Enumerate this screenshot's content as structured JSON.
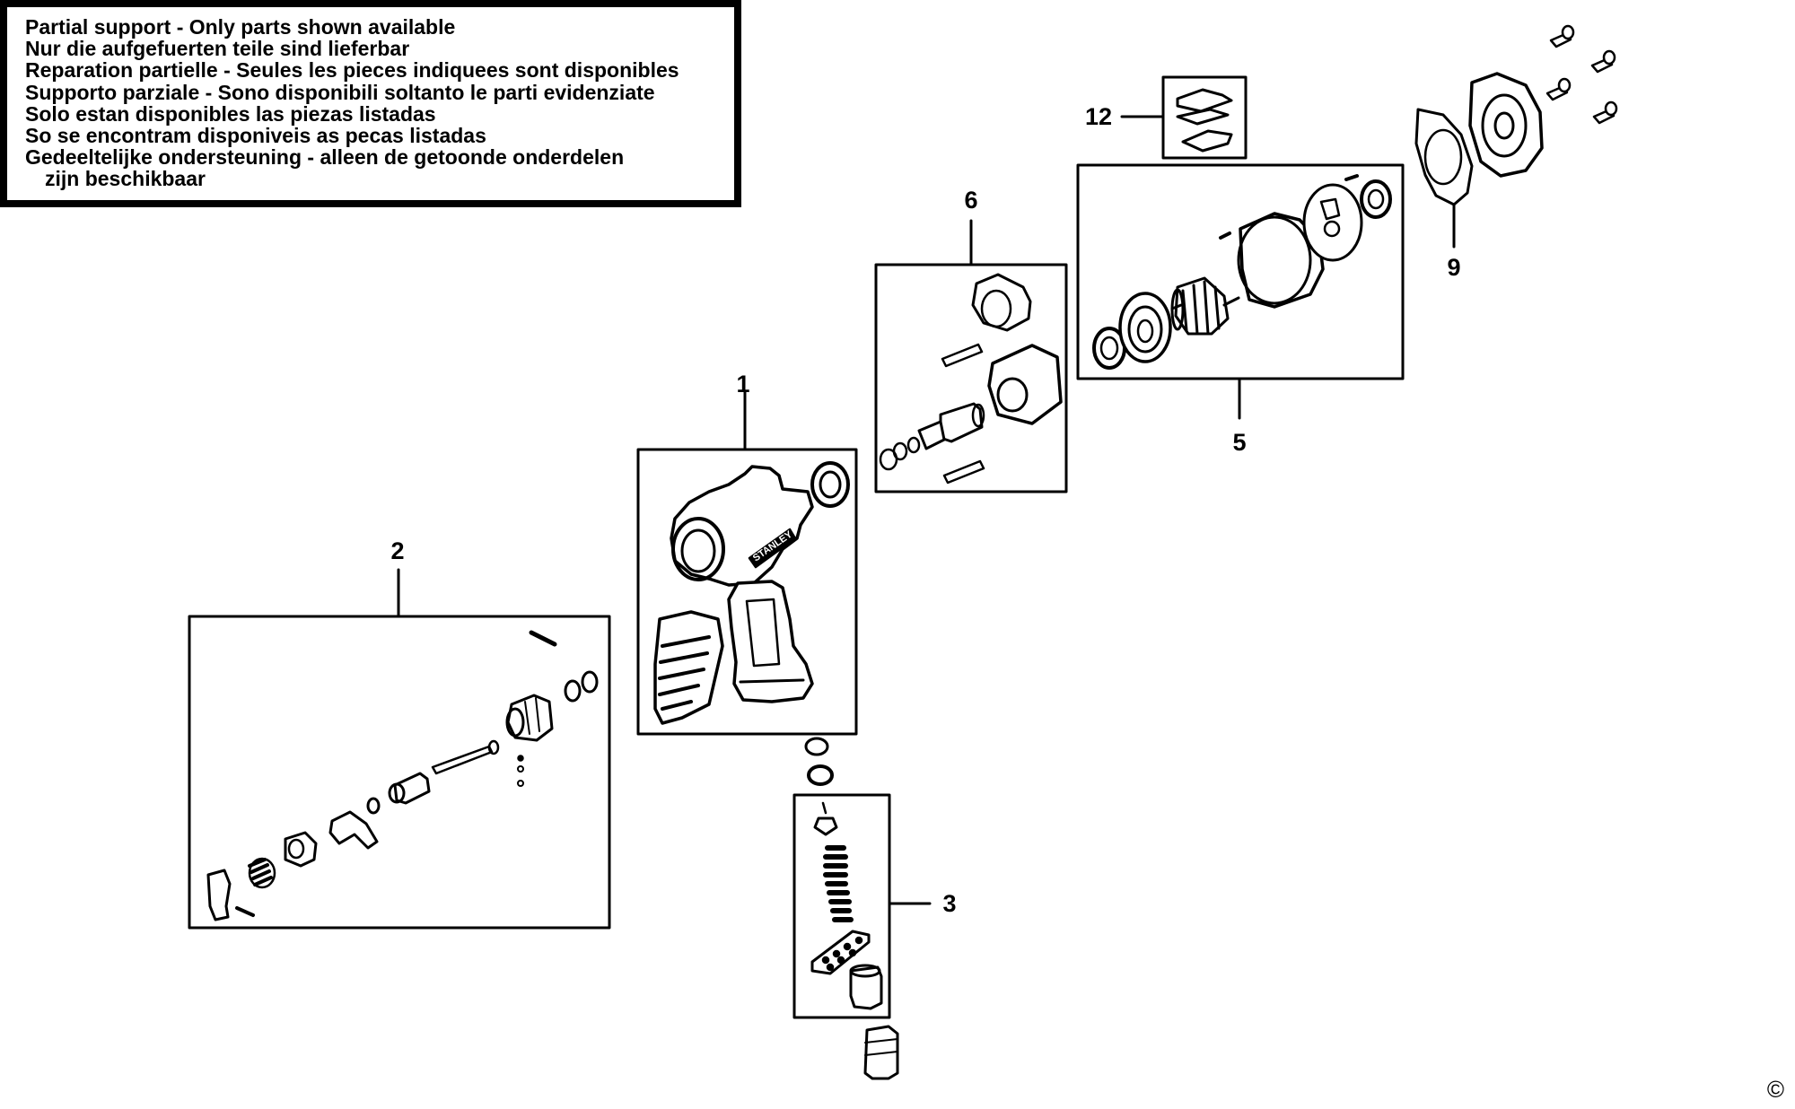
{
  "notice": {
    "lines": [
      "Partial support - Only parts shown available",
      "Nur die aufgefuerten teile sind lieferbar",
      "Reparation partielle - Seules les pieces indiquees sont disponibles",
      "Supporto parziale - Sono disponibili soltanto le parti evidenziate",
      "Solo estan disponibles las piezas listadas",
      "So se encontram disponiveis as pecas listadas",
      "Gedeeltelijke ondersteuning - alleen de getoonde onderdelen",
      "zijn beschikbaar"
    ]
  },
  "callouts": {
    "c1": "1",
    "c2": "2",
    "c3": "3",
    "c5": "5",
    "c6": "6",
    "c9": "9",
    "c12": "12"
  },
  "brand_mark": "STANLEY",
  "copyright": "©"
}
